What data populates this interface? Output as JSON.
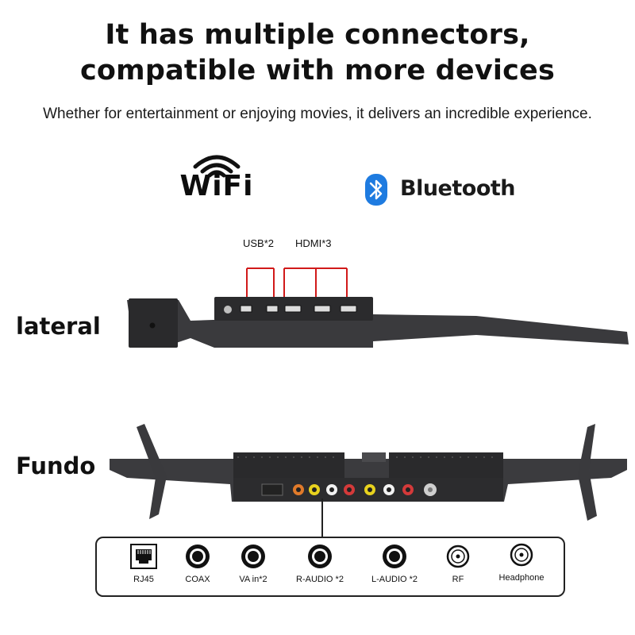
{
  "headline": {
    "line1": "It has multiple connectors,",
    "line2": "compatible with more devices"
  },
  "subheadline": "Whether for entertainment or enjoying movies, it delivers an incredible experience.",
  "features": {
    "wifi": {
      "label": "WiFi",
      "icon": "wifi-icon"
    },
    "bluetooth": {
      "label": "Bluetooth",
      "icon": "bluetooth-icon",
      "color": "#1e7be0"
    }
  },
  "side_view": {
    "label": "lateral",
    "ports": {
      "usb": "USB*2",
      "hdmi": "HDMI*3"
    },
    "callout_color": "#d11a1a"
  },
  "bottom_view": {
    "label": "Fundo"
  },
  "connectors": [
    {
      "label": "RJ45",
      "icon": "rj45-icon"
    },
    {
      "label": "COAX",
      "icon": "coax-icon"
    },
    {
      "label": "VA in*2",
      "icon": "va-in-icon"
    },
    {
      "label": "R-AUDIO *2",
      "icon": "r-audio-icon"
    },
    {
      "label": "L-AUDIO *2",
      "icon": "l-audio-icon"
    },
    {
      "label": "RF",
      "icon": "rf-icon"
    },
    {
      "label": "Headphone",
      "icon": "headphone-icon"
    }
  ]
}
